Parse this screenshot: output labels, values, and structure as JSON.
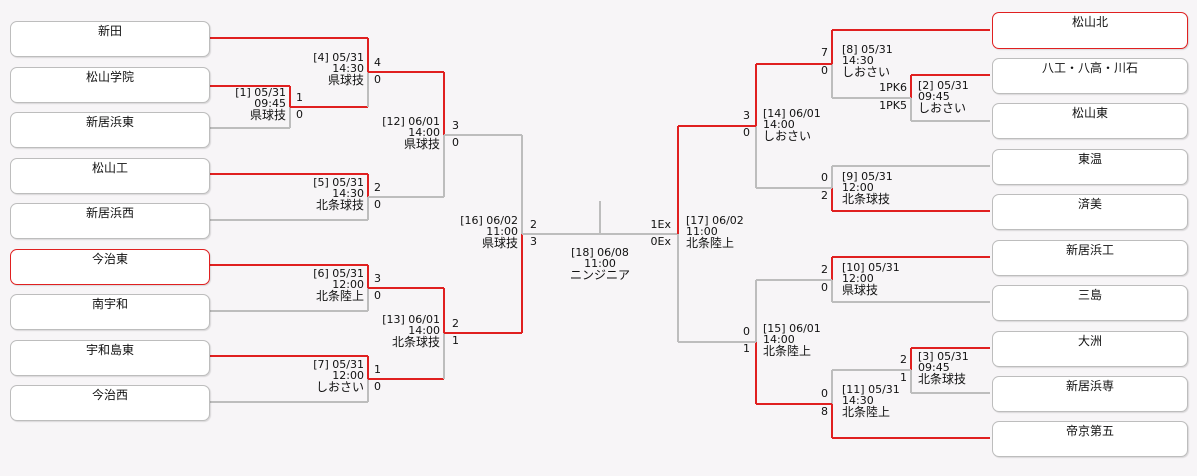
{
  "teams": {
    "L1": "新田",
    "L2": "松山学院",
    "L3": "新居浜東",
    "L4": "松山工",
    "L5": "新居浜西",
    "L6": "今治東",
    "L7": "南宇和",
    "L8": "宇和島東",
    "L9": "今治西",
    "R1": "松山北",
    "R2": "八工・八高・川石",
    "R3": "松山東",
    "R4": "東温",
    "R5": "済美",
    "R6": "新居浜工",
    "R7": "三島",
    "R8": "大洲",
    "R9": "新居浜専",
    "R10": "帝京第五"
  },
  "winner_boxes": [
    "L6",
    "R1"
  ],
  "matches": {
    "m1": {
      "label": "[1] 05/31",
      "time": "09:45",
      "venue": "県球技"
    },
    "m2": {
      "label": "[2] 05/31",
      "time": "09:45",
      "venue": "しおさい"
    },
    "m3": {
      "label": "[3] 05/31",
      "time": "09:45",
      "venue": "北条球技"
    },
    "m4": {
      "label": "[4] 05/31",
      "time": "14:30",
      "venue": "県球技"
    },
    "m5": {
      "label": "[5] 05/31",
      "time": "14:30",
      "venue": "北条球技"
    },
    "m6": {
      "label": "[6] 05/31",
      "time": "12:00",
      "venue": "北条陸上"
    },
    "m7": {
      "label": "[7] 05/31",
      "time": "12:00",
      "venue": "しおさい"
    },
    "m8": {
      "label": "[8] 05/31",
      "time": "14:30",
      "venue": "しおさい"
    },
    "m9": {
      "label": "[9] 05/31",
      "time": "12:00",
      "venue": "北条球技"
    },
    "m10": {
      "label": "[10] 05/31",
      "time": "12:00",
      "venue": "県球技"
    },
    "m11": {
      "label": "[11] 05/31",
      "time": "14:30",
      "venue": "北条陸上"
    },
    "m12": {
      "label": "[12] 06/01",
      "time": "14:00",
      "venue": "県球技"
    },
    "m13": {
      "label": "[13] 06/01",
      "time": "14:00",
      "venue": "北条球技"
    },
    "m14": {
      "label": "[14] 06/01",
      "time": "14:00",
      "venue": "しおさい"
    },
    "m15": {
      "label": "[15] 06/01",
      "time": "14:00",
      "venue": "北条陸上"
    },
    "m16": {
      "label": "[16] 06/02",
      "time": "11:00",
      "venue": "県球技"
    },
    "m17": {
      "label": "[17] 06/02",
      "time": "11:00",
      "venue": "北条陸上"
    },
    "m18": {
      "label": "[18] 06/08",
      "time": "11:00",
      "venue": "ニンジニア"
    }
  },
  "scores": {
    "m1_top": "1",
    "m1_bot": "0",
    "m4_top": "4",
    "m4_bot": "0",
    "m5_top": "2",
    "m5_bot": "0",
    "m6_top": "3",
    "m6_bot": "0",
    "m7_top": "1",
    "m7_bot": "0",
    "m12_top": "3",
    "m12_bot": "0",
    "m13_top": "2",
    "m13_bot": "1",
    "m16_top": "2",
    "m16_bot": "3",
    "m17_top": "1Ex",
    "m17_bot": "0Ex",
    "m14_top": "3",
    "m14_bot": "0",
    "m8_top": "7",
    "m8_bot": "0",
    "m2_top": "1PK6",
    "m2_bot": "1PK5",
    "m9_top": "0",
    "m9_bot": "2",
    "m15_top": "0",
    "m15_bot": "1",
    "m10_top": "2",
    "m10_bot": "0",
    "m11_top": "0",
    "m11_bot": "8",
    "m3_top": "2",
    "m3_bot": "1"
  },
  "colors": {
    "win": "#e02020",
    "lose": "#bdbdbd",
    "background": "#f7f5f7"
  }
}
